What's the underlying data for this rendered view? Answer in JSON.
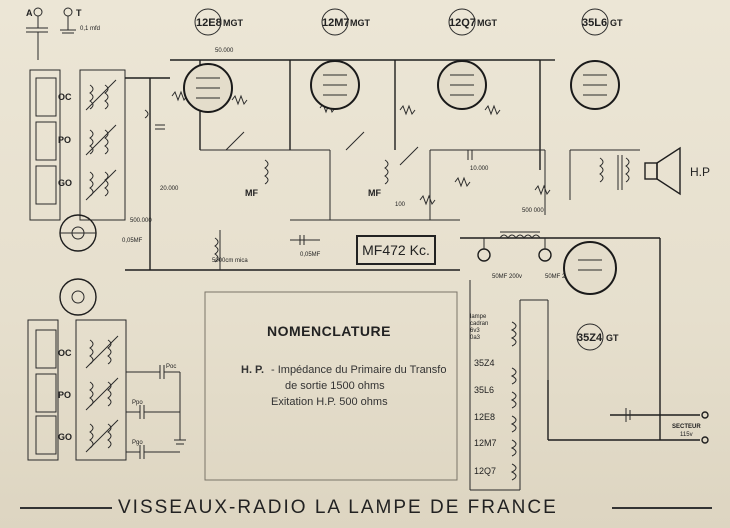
{
  "terminals": {
    "antenna": "A",
    "ground": "T",
    "cap_note": "0,1 mfd"
  },
  "tubes": [
    {
      "id": "12e8",
      "label": "12E8",
      "suffix": "MGT"
    },
    {
      "id": "12m7",
      "label": "12M7",
      "suffix": "MGT"
    },
    {
      "id": "12q7",
      "label": "12Q7",
      "suffix": "MGT"
    },
    {
      "id": "35l6",
      "label": "35L6",
      "suffix": "GT"
    },
    {
      "id": "35z4",
      "label": "35Z4",
      "suffix": "GT"
    }
  ],
  "coil_bands": [
    "OC",
    "PO",
    "GO"
  ],
  "coil_bands_lower": [
    "OC",
    "PO",
    "GO"
  ],
  "speaker_label": "H.P",
  "if_box_label": "MF472 Kc.",
  "if_labels": [
    "MF",
    "MF"
  ],
  "nomenclature": {
    "title": "NOMENCLATURE",
    "key": "H. P.",
    "line1": "- Impédance du Primaire du Transfo",
    "line2": "de sortie 1500 ohms",
    "line3": "Exitation H.P.  500 ohms"
  },
  "filament": {
    "lamp_label_1": "lampe",
    "lamp_label_2": "cadran",
    "lamp_label_3": "6v3",
    "lamp_label_4": "0a3",
    "chain": [
      "35Z4",
      "35L6",
      "12E8",
      "12M7",
      "12Q7"
    ]
  },
  "mains": {
    "label": "SECTEUR",
    "voltage": "115v"
  },
  "component_values": [
    "50.000",
    "20.000",
    "500.000",
    "0,05MF",
    "5000cm mica",
    "0,05MF",
    "100",
    "10.000",
    "500 000",
    "50MF 200v",
    "50MF 200v"
  ],
  "trimmers": [
    "Poc",
    "Ppo",
    "Pgo"
  ],
  "footer": {
    "text": "VISSEAUX-RADIO  LA LAMPE DE FRANCE"
  }
}
